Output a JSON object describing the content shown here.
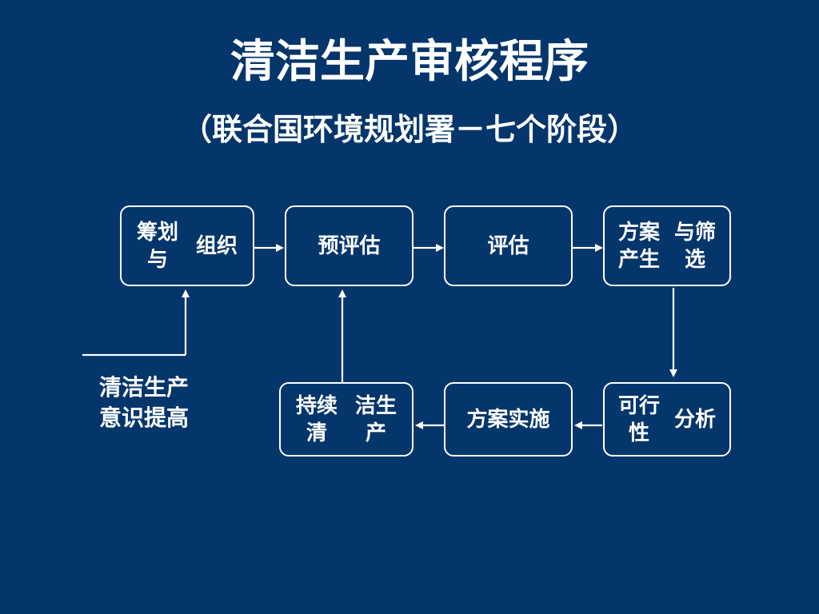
{
  "slide": {
    "title": "清洁生产审核程序",
    "subtitle": "（联合国环境规划署－七个阶段）",
    "steps": {
      "planning": {
        "line1": "筹划与",
        "line2": "组织"
      },
      "pre_assessment": {
        "line1": "预评估"
      },
      "assessment": {
        "line1": "评估"
      },
      "option_generation": {
        "line1": "方案产生",
        "line2": "与筛选"
      },
      "feasibility": {
        "line1": "可行性",
        "line2": "分析"
      },
      "implementation": {
        "line1": "方案实施"
      },
      "continuous": {
        "line1": "持续清",
        "line2": "洁生产"
      }
    },
    "side_note": {
      "line1": "清洁生产",
      "line2": "意识提高"
    },
    "colors": {
      "background": "#05366b",
      "foreground": "#ffffff"
    }
  }
}
